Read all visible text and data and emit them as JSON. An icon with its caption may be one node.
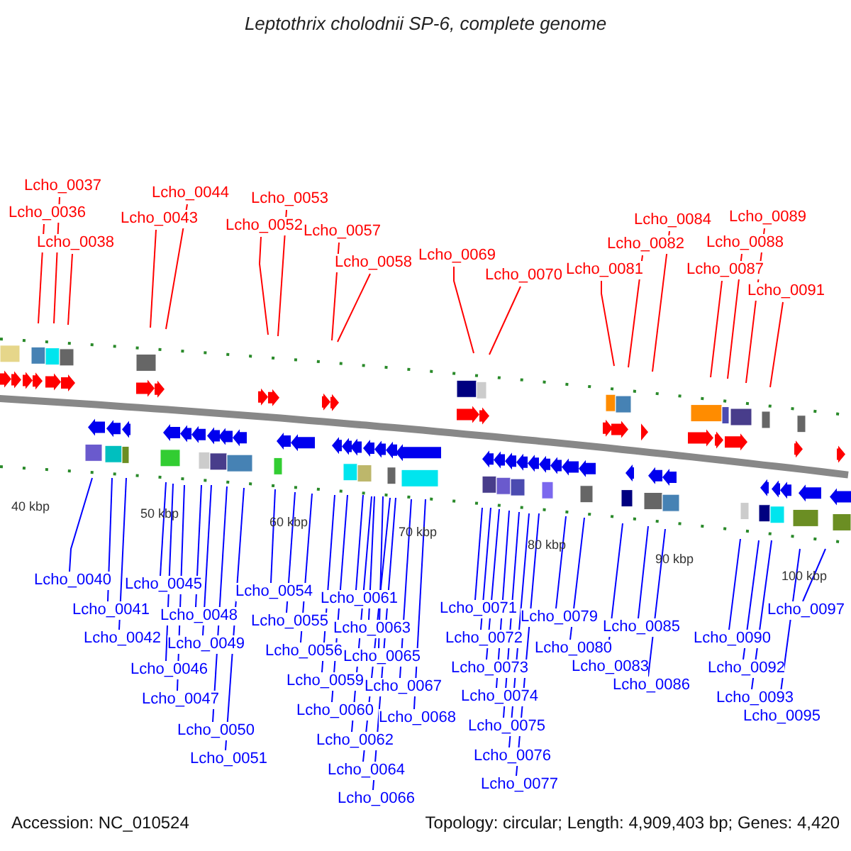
{
  "diagram": {
    "title": "Leptothrix cholodnii SP-6, complete genome",
    "nodes": [
      {
        "text": [
          "Lcho_0037"
        ]
      },
      {
        "text": [
          "Lcho_0036"
        ]
      },
      {
        "text": [
          "Lcho_0038"
        ]
      },
      {
        "text": [
          "Lcho_0044"
        ]
      },
      {
        "text": [
          "Lcho_0043"
        ]
      },
      {
        "text": [
          "Lcho_0053"
        ]
      },
      {
        "text": [
          "Lcho_0052"
        ]
      },
      {
        "text": [
          "Lcho_0057"
        ]
      },
      {
        "text": [
          "Lcho_0058"
        ]
      },
      {
        "text": [
          "Lcho_0069"
        ]
      },
      {
        "text": [
          "Lcho_0070"
        ]
      },
      {
        "text": [
          "Lcho_0084"
        ]
      },
      {
        "text": [
          "Lcho_0082"
        ]
      },
      {
        "text": [
          "Lcho_0081"
        ]
      },
      {
        "text": [
          "Lcho_0089"
        ]
      },
      {
        "text": [
          "Lcho_0088"
        ]
      },
      {
        "text": [
          "Lcho_0087"
        ]
      },
      {
        "text": [
          "Lcho_0091"
        ]
      },
      {
        "text": [
          "Lcho_0040"
        ]
      },
      {
        "text": [
          "Lcho_0041"
        ]
      },
      {
        "text": [
          "Lcho_0042"
        ]
      },
      {
        "text": [
          "Lcho_0045"
        ]
      },
      {
        "text": [
          "Lcho_0048"
        ]
      },
      {
        "text": [
          "Lcho_0046"
        ]
      },
      {
        "text": [
          "Lcho_0049"
        ]
      },
      {
        "text": [
          "Lcho_0047"
        ]
      },
      {
        "text": [
          "Lcho_0050"
        ]
      },
      {
        "text": [
          "Lcho_0051"
        ]
      },
      {
        "text": [
          "Lcho_0054"
        ]
      },
      {
        "text": [
          "Lcho_0055"
        ]
      },
      {
        "text": [
          "Lcho_0056"
        ]
      },
      {
        "text": [
          "Lcho_0061"
        ]
      },
      {
        "text": [
          "Lcho_0059"
        ]
      },
      {
        "text": [
          "Lcho_0063"
        ]
      },
      {
        "text": [
          "Lcho_0060"
        ]
      },
      {
        "text": [
          "Lcho_0065"
        ]
      },
      {
        "text": [
          "Lcho_0062"
        ]
      },
      {
        "text": [
          "Lcho_0067"
        ]
      },
      {
        "text": [
          "Lcho_0064"
        ]
      },
      {
        "text": [
          "Lcho_0068"
        ]
      },
      {
        "text": [
          "Lcho_0066"
        ]
      },
      {
        "text": [
          "Lcho_0071"
        ]
      },
      {
        "text": [
          "Lcho_0072"
        ]
      },
      {
        "text": [
          "Lcho_0073"
        ]
      },
      {
        "text": [
          "Lcho_0074"
        ]
      },
      {
        "text": [
          "Lcho_0075"
        ]
      },
      {
        "text": [
          "Lcho_0076"
        ]
      },
      {
        "text": [
          "Lcho_0077"
        ]
      },
      {
        "text": [
          "Lcho_0079"
        ]
      },
      {
        "text": [
          "Lcho_0080"
        ]
      },
      {
        "text": [
          "Lcho_0083"
        ]
      },
      {
        "text": [
          "Lcho_0085"
        ]
      },
      {
        "text": [
          "Lcho_0086"
        ]
      },
      {
        "text": [
          "Lcho_0090"
        ]
      },
      {
        "text": [
          "Lcho_0092"
        ]
      },
      {
        "text": [
          "Lcho_0093"
        ]
      },
      {
        "text": [
          "Lcho_0095"
        ]
      },
      {
        "text": [
          "Lcho_0097"
        ]
      }
    ],
    "edges": [
      {
        "from": 0,
        "to": null,
        "arrow": "none",
        "color": "#ff0000"
      },
      {
        "from": 1,
        "to": null,
        "arrow": "none",
        "color": "#ff0000"
      },
      {
        "from": 2,
        "to": null,
        "arrow": "none",
        "color": "#ff0000"
      },
      {
        "from": 3,
        "to": null,
        "arrow": "none",
        "color": "#ff0000"
      },
      {
        "from": 4,
        "to": null,
        "arrow": "none",
        "color": "#ff0000"
      },
      {
        "from": 5,
        "to": null,
        "arrow": "none",
        "color": "#ff0000"
      },
      {
        "from": 6,
        "to": null,
        "arrow": "none",
        "color": "#ff0000"
      },
      {
        "from": 7,
        "to": null,
        "arrow": "none",
        "color": "#ff0000"
      },
      {
        "from": 8,
        "to": null,
        "arrow": "none",
        "color": "#ff0000"
      },
      {
        "from": 9,
        "to": null,
        "arrow": "none",
        "color": "#ff0000"
      },
      {
        "from": 10,
        "to": null,
        "arrow": "none",
        "color": "#ff0000"
      },
      {
        "from": 11,
        "to": null,
        "arrow": "none",
        "color": "#ff0000"
      },
      {
        "from": 12,
        "to": null,
        "arrow": "none",
        "color": "#ff0000"
      },
      {
        "from": 13,
        "to": null,
        "arrow": "none",
        "color": "#ff0000"
      },
      {
        "from": 14,
        "to": null,
        "arrow": "none",
        "color": "#ff0000"
      },
      {
        "from": 15,
        "to": null,
        "arrow": "none",
        "color": "#ff0000"
      },
      {
        "from": 16,
        "to": null,
        "arrow": "none",
        "color": "#ff0000"
      },
      {
        "from": 17,
        "to": null,
        "arrow": "none",
        "color": "#ff0000"
      },
      {
        "from": 18,
        "to": null,
        "arrow": "none"
      },
      {
        "from": 19,
        "to": null,
        "arrow": "none"
      },
      {
        "from": 20,
        "to": null,
        "arrow": "none"
      },
      {
        "from": 21,
        "to": null,
        "arrow": "none"
      },
      {
        "from": 22,
        "to": null,
        "arrow": "none"
      },
      {
        "from": 23,
        "to": null,
        "arrow": "none"
      },
      {
        "from": 24,
        "to": null,
        "arrow": "none"
      },
      {
        "from": 25,
        "to": null,
        "arrow": "none"
      },
      {
        "from": 26,
        "to": null,
        "arrow": "none"
      },
      {
        "from": 27,
        "to": null,
        "arrow": "none"
      },
      {
        "from": 28,
        "to": null,
        "arrow": "none"
      },
      {
        "from": 29,
        "to": null,
        "arrow": "none"
      },
      {
        "from": 30,
        "to": null,
        "arrow": "none"
      },
      {
        "from": 31,
        "to": null,
        "arrow": "none"
      },
      {
        "from": 32,
        "to": null,
        "arrow": "none"
      },
      {
        "from": 33,
        "to": null,
        "arrow": "none"
      },
      {
        "from": 34,
        "to": null,
        "arrow": "none"
      },
      {
        "from": 35,
        "to": null,
        "arrow": "none"
      },
      {
        "from": 36,
        "to": null,
        "arrow": "none"
      },
      {
        "from": 37,
        "to": null,
        "arrow": "none"
      },
      {
        "from": 38,
        "to": null,
        "arrow": "none"
      },
      {
        "from": 39,
        "to": null,
        "arrow": "none"
      },
      {
        "from": 40,
        "to": null,
        "arrow": "none"
      },
      {
        "from": 41,
        "to": null,
        "arrow": "none"
      },
      {
        "from": 42,
        "to": null,
        "arrow": "none"
      },
      {
        "from": 43,
        "to": null,
        "arrow": "none"
      },
      {
        "from": 44,
        "to": null,
        "arrow": "none"
      },
      {
        "from": 45,
        "to": null,
        "arrow": "none"
      },
      {
        "from": 46,
        "to": null,
        "arrow": "none"
      },
      {
        "from": 47,
        "to": null,
        "arrow": "none"
      },
      {
        "from": 48,
        "to": null,
        "arrow": "none"
      },
      {
        "from": 49,
        "to": null,
        "arrow": "none"
      },
      {
        "from": 50,
        "to": null,
        "arrow": "none"
      },
      {
        "from": 51,
        "to": null,
        "arrow": "none"
      },
      {
        "from": 52,
        "to": null,
        "arrow": "none"
      },
      {
        "from": 53,
        "to": null,
        "arrow": "none"
      },
      {
        "from": 54,
        "to": null,
        "arrow": "none"
      },
      {
        "from": 55,
        "to": null,
        "arrow": "none"
      },
      {
        "from": 56,
        "to": null,
        "arrow": "none"
      },
      {
        "from": 57,
        "to": null,
        "arrow": "none"
      }
    ],
    "labels": [
      "40 kbp",
      "50 kbp",
      "60 kbp",
      "70 kbp",
      "80 kbp",
      "90 kbp",
      "100 kbp",
      "Accession: NC_010524",
      "Topology: circular; Length: 4,909,403 bp; Genes: 4,420"
    ]
  }
}
